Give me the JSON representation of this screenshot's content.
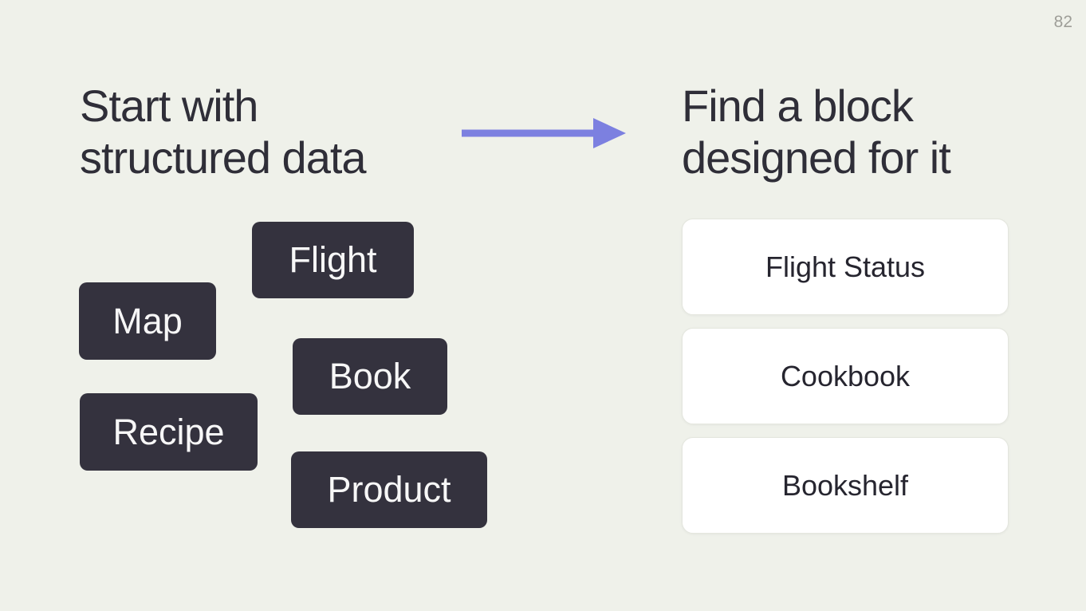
{
  "slide": {
    "page_number": "82"
  },
  "left": {
    "heading_line1": "Start with",
    "heading_line2": "structured data",
    "chips": [
      "Flight",
      "Map",
      "Book",
      "Recipe",
      "Product"
    ]
  },
  "right": {
    "heading_line1": "Find a block",
    "heading_line2": "designed for it",
    "cards": [
      "Flight Status",
      "Cookbook",
      "Bookshelf"
    ]
  },
  "icons": {
    "arrow": "right-arrow"
  },
  "colors": {
    "background": "#eff1ea",
    "chip_background": "#34323e",
    "chip_text": "#f7f7f7",
    "card_background": "#ffffff",
    "card_border": "#e4e6de",
    "heading_text": "#2f2e38",
    "card_text": "#26252f",
    "arrow": "#7c80e0",
    "page_number": "#9e9e98"
  }
}
